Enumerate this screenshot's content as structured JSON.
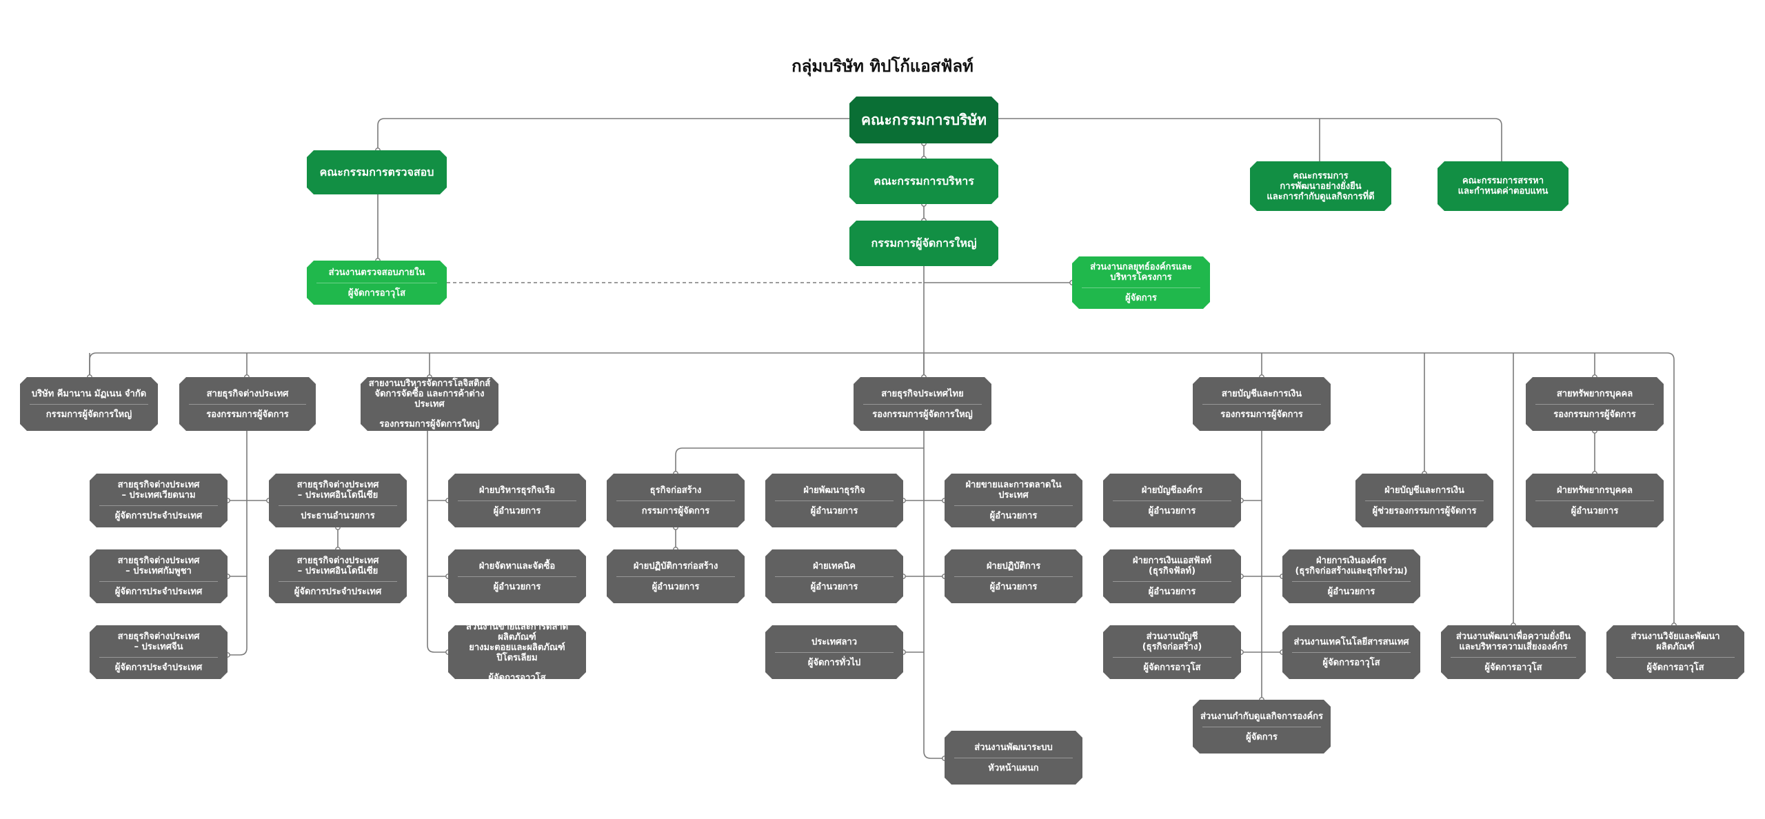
{
  "title": "กลุ่มบริษัท ทิปโก้แอสฟัลท์",
  "colors": {
    "dark_green": "#0a6f35",
    "green": "#128f44",
    "light_green": "#20b84c",
    "gray": "#616161",
    "line": "#7a7a7a"
  },
  "nodes": {
    "board": {
      "lines": [
        "คณะกรรมการบริษัท"
      ],
      "role": ""
    },
    "audit_committee": {
      "lines": [
        "คณะกรรมการตรวจสอบ"
      ],
      "role": ""
    },
    "sustain_committee": {
      "lines": [
        "คณะกรรมการ",
        "การพัฒนาอย่างยั่งยืน",
        "และการกำกับดูแลกิจการที่ดี"
      ],
      "role": ""
    },
    "nomination_committee": {
      "lines": [
        "คณะกรรมการสรรหา",
        "และกำหนดค่าตอบแทน"
      ],
      "role": ""
    },
    "executive_committee": {
      "lines": [
        "คณะกรรมการบริหาร"
      ],
      "role": ""
    },
    "ceo": {
      "lines": [
        "กรรมการผู้จัดการใหญ่"
      ],
      "role": ""
    },
    "internal_audit": {
      "lines": [
        "ส่วนงานตรวจสอบภายใน"
      ],
      "role": "ผู้จัดการอาวุโส"
    },
    "strategy_office": {
      "lines": [
        "ส่วนงานกลยุทธ์องค์กรและ",
        "บริหารโครงการ"
      ],
      "role": "ผู้จัดการ"
    },
    "kimanan": {
      "lines": [
        "บริษัท คีมานาน มัฏเนน จำกัด"
      ],
      "role": "กรรมการผู้จัดการใหญ่"
    },
    "intl_biz": {
      "lines": [
        "สายธุรกิจต่างประเทศ"
      ],
      "role": "รองกรรมการผู้จัดการ"
    },
    "logistics": {
      "lines": [
        "สายงานบริหารจัดการโลจิสติกส์",
        "จัดการจัดซื้อ และการค้าต่างประเทศ"
      ],
      "role": "รองกรรมการผู้จัดการใหญ่"
    },
    "thai_biz": {
      "lines": [
        "สายธุรกิจประเทศไทย"
      ],
      "role": "รองกรรมการผู้จัดการใหญ่"
    },
    "finance": {
      "lines": [
        "สายบัญชีและการเงิน"
      ],
      "role": "รองกรรมการผู้จัดการ"
    },
    "hr": {
      "lines": [
        "สายทรัพยากรบุคคล"
      ],
      "role": "รองกรรมการผู้จัดการ"
    },
    "vietnam": {
      "lines": [
        "สายธุรกิจต่างประเทศ",
        "– ประเทศเวียดนาม"
      ],
      "role": "ผู้จัดการประจำประเทศ"
    },
    "cambodia": {
      "lines": [
        "สายธุรกิจต่างประเทศ",
        "– ประเทศกัมพูชา"
      ],
      "role": "ผู้จัดการประจำประเทศ"
    },
    "china": {
      "lines": [
        "สายธุรกิจต่างประเทศ",
        "– ประเทศจีน"
      ],
      "role": "ผู้จัดการประจำประเทศ"
    },
    "indonesia1": {
      "lines": [
        "สายธุรกิจต่างประเทศ",
        "– ประเทศอินโดนีเซีย"
      ],
      "role": "ประธานอำนวยการ"
    },
    "indonesia2": {
      "lines": [
        "สายธุรกิจต่างประเทศ",
        "– ประเทศอินโดนีเซีย"
      ],
      "role": "ผู้จัดการประจำประเทศ"
    },
    "ship_mgmt": {
      "lines": [
        "ฝ่ายบริหารธุรกิจเรือ"
      ],
      "role": "ผู้อำนวยการ"
    },
    "procurement": {
      "lines": [
        "ฝ่ายจัดหาและจัดซื้อ"
      ],
      "role": "ผู้อำนวยการ"
    },
    "sales_marketing": {
      "lines": [
        "ส่วนงานขายและการตลาดผลิตภัณฑ์",
        "ยางมะตอยและผลิตภัณฑ์ปิโตรเลียม"
      ],
      "role": "ผู้จัดการอาวุโส"
    },
    "construction": {
      "lines": [
        "ธุรกิจก่อสร้าง"
      ],
      "role": "กรรมการผู้จัดการ"
    },
    "construction_ops": {
      "lines": [
        "ฝ่ายปฏิบัติการก่อสร้าง"
      ],
      "role": "ผู้อำนวยการ"
    },
    "biz_dev": {
      "lines": [
        "ฝ่ายพัฒนาธุรกิจ"
      ],
      "role": "ผู้อำนวยการ"
    },
    "technical": {
      "lines": [
        "ฝ่ายเทคนิค"
      ],
      "role": "ผู้อำนวยการ"
    },
    "laos": {
      "lines": [
        "ประเทศลาว"
      ],
      "role": "ผู้จัดการทั่วไป"
    },
    "domestic_sales": {
      "lines": [
        "ฝ่ายขายและการตลาดในประเทศ"
      ],
      "role": "ผู้อำนวยการ"
    },
    "operations": {
      "lines": [
        "ฝ่ายปฏิบัติการ"
      ],
      "role": "ผู้อำนวยการ"
    },
    "system_dev": {
      "lines": [
        "ส่วนงานพัฒนาระบบ"
      ],
      "role": "หัวหน้าแผนก"
    },
    "accounting_org": {
      "lines": [
        "ฝ่ายบัญชีองค์กร"
      ],
      "role": "ผู้อำนวยการ"
    },
    "finance_asphalt": {
      "lines": [
        "ฝ่ายการเงินแอสฟัลท์",
        "(ธุรกิจฟัลท์)"
      ],
      "role": "ผู้อำนวยการ"
    },
    "accounting_const": {
      "lines": [
        "ส่วนงานบัญชี",
        "(ธุรกิจก่อสร้าง)"
      ],
      "role": "ผู้จัดการอาวุโส"
    },
    "finance_org": {
      "lines": [
        "ฝ่ายการเงินองค์กร",
        "(ธุรกิจก่อสร้างและธุรกิจร่วม)"
      ],
      "role": "ผู้อำนวยการ"
    },
    "it": {
      "lines": [
        "ส่วนงานเทคโนโลยีสารสนเทศ"
      ],
      "role": "ผู้จัดการอาวุโส"
    },
    "governance": {
      "lines": [
        "ส่วนงานกำกับดูแลกิจการองค์กร"
      ],
      "role": "ผู้จัดการ"
    },
    "acc_fin_dept": {
      "lines": [
        "ฝ่ายบัญชีและการเงิน"
      ],
      "role": "ผู้ช่วยรองกรรมการผู้จัดการ"
    },
    "hr_dept": {
      "lines": [
        "ฝ่ายทรัพยากรบุคคล"
      ],
      "role": "ผู้อำนวยการ"
    },
    "sustain_risk": {
      "lines": [
        "ส่วนงานพัฒนาเพื่อความยั่งยืน",
        "และบริหารความเสี่ยงองค์กร"
      ],
      "role": "ผู้จัดการอาวุโส"
    },
    "rnd": {
      "lines": [
        "ส่วนงานวิจัยและพัฒนาผลิตภัณฑ์"
      ],
      "role": "ผู้จัดการอาวุโส"
    }
  }
}
